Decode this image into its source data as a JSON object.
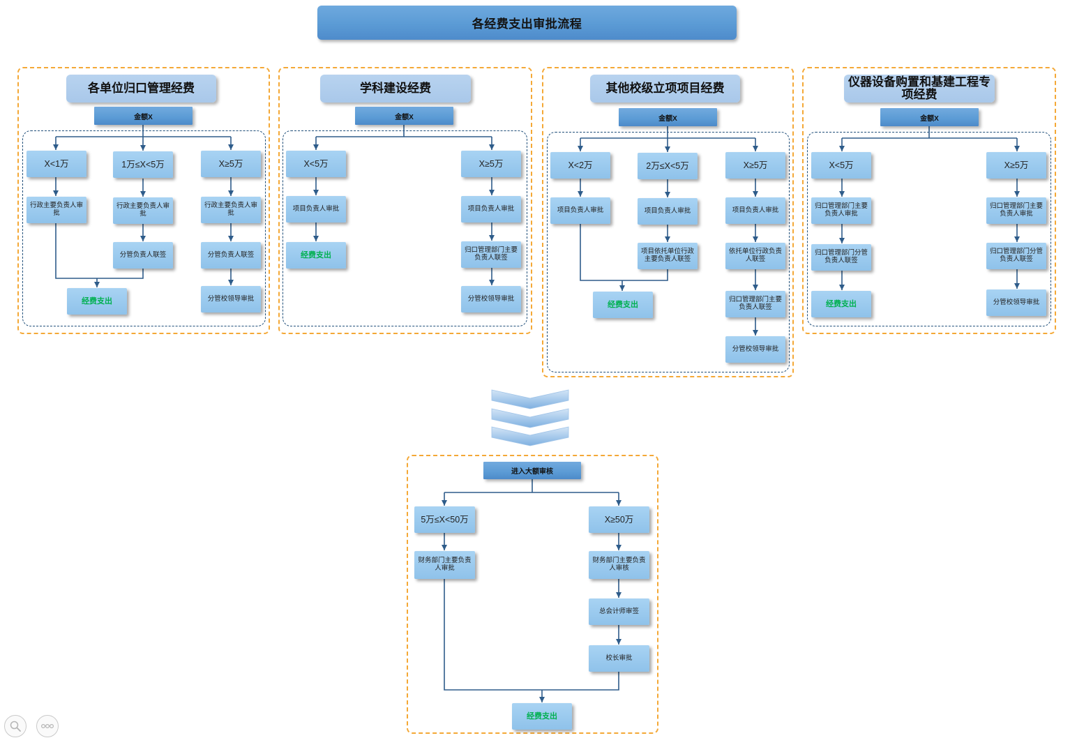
{
  "title": "各经费支出审批流程",
  "panels": [
    {
      "title": "各单位归口管理经费",
      "amount": "金额X",
      "branches": [
        {
          "condition": "X<1万",
          "steps": [
            "行政主要负责人审批"
          ]
        },
        {
          "condition": "1万≤X<5万",
          "steps": [
            "行政主要负责人审批",
            "分管负责人联签"
          ]
        },
        {
          "condition": "X≥5万",
          "steps": [
            "行政主要负责人审批",
            "分管负责人联签",
            "分管校领导审批"
          ]
        }
      ],
      "merge_result": "经费支出"
    },
    {
      "title": "学科建设经费",
      "amount": "金额X",
      "branches": [
        {
          "condition": "X<5万",
          "steps": [
            "项目负责人审批",
            "经费支出"
          ]
        },
        {
          "condition": "X≥5万",
          "steps": [
            "项目负责人审批",
            "归口管理部门主要负责人联签",
            "分管校领导审批"
          ]
        }
      ]
    },
    {
      "title": "其他校级立项项目经费",
      "amount": "金额X",
      "branches": [
        {
          "condition": "X<2万",
          "steps": [
            "项目负责人审批"
          ]
        },
        {
          "condition": "2万≤X<5万",
          "steps": [
            "项目负责人审批",
            "项目依托单位行政主要负责人联签"
          ]
        },
        {
          "condition": "X≥5万",
          "steps": [
            "项目负责人审批",
            "依托单位行政负责人联签",
            "归口管理部门主要负责人联签",
            "分管校领导审批"
          ]
        }
      ],
      "merge_result": "经费支出"
    },
    {
      "title": "仪器设备购置和基建工程专项经费",
      "amount": "金额X",
      "branches": [
        {
          "condition": "X<5万",
          "steps": [
            "归口管理部门主要负责人审批",
            "归口管理部门分管负责人联签",
            "经费支出"
          ]
        },
        {
          "condition": "X≥5万",
          "steps": [
            "归口管理部门主要负责人审批",
            "归口管理部门分管负责人联签",
            "分管校领导审批"
          ]
        }
      ]
    }
  ],
  "large_review": {
    "title": "进入大额审核",
    "branches": [
      {
        "condition": "5万≤X<50万",
        "steps": [
          "财务部门主要负责人审批"
        ]
      },
      {
        "condition": "X≥50万",
        "steps": [
          "财务部门主要负责人审核",
          "总会计师审签",
          "校长审批"
        ]
      }
    ],
    "merge_result": "经费支出"
  },
  "colors": {
    "title_fill": "#5b9bd5",
    "panel_title_fill": "#a9c8ea",
    "node_fill": "#8fc2ea",
    "frame_border": "#f4a836",
    "group_border": "#1f4e79",
    "connector": "#2e5c8a",
    "result_text": "#00b050"
  },
  "controls": {
    "zoom_icon": "search-icon",
    "more_icon": "more-options-icon"
  }
}
